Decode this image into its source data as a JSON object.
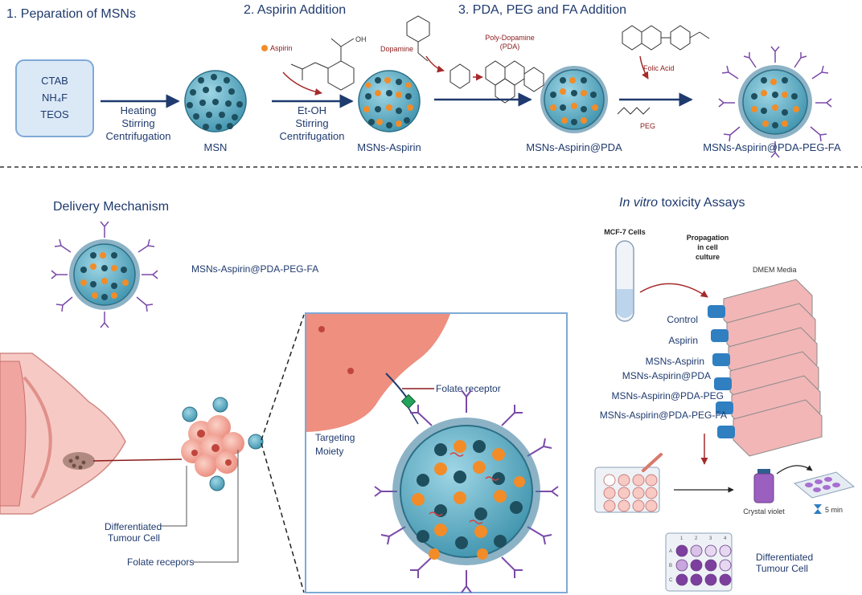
{
  "colors": {
    "navy": "#1f3a6e",
    "arrow_red": "#a52a2a",
    "particle_teal": "#5aaec4",
    "pore_dark": "#1e4f5f",
    "drug_orange": "#f28c28",
    "ligand_purple": "#7a4aa8",
    "box_fill": "#dbe9f7",
    "box_stroke": "#7fa9d6",
    "cell_pink": "#f3a39a",
    "flask_pink": "#f2b6b6"
  },
  "synthesis": {
    "step1_title": "1. Peparation of MSNs",
    "step2_title": "2. Aspirin Addition",
    "step3_title": "3. PDA, PEG and FA Addition",
    "reagents": [
      "CTAB",
      "NH₄F",
      "TEOS"
    ],
    "arrow1_conditions": [
      "Heating",
      "Stirring",
      "Centrifugation"
    ],
    "arrow2_conditions": [
      "Et-OH",
      "Stirring",
      "Centrifugation"
    ],
    "aspirin_label": "Aspirin",
    "oh_label": "OH",
    "dopamine_label": "Dopamine",
    "pda_label": [
      "Poly-Dopamine",
      "(PDA)"
    ],
    "folic_acid_label": "Folic Acid",
    "peg_label": "PEG",
    "particles": [
      "MSN",
      "MSNs-Aspirin",
      "MSNs-Aspirin@PDA",
      "MSNs-Aspirin@PDA-PEG-FA"
    ]
  },
  "delivery": {
    "title": "Delivery Mechanism",
    "particle_label": "MSNs-Aspirin@PDA-PEG-FA",
    "folate_receptor_label": "Folate receptor",
    "targeting_label": [
      "Targeting",
      "Moiety"
    ],
    "tumour_label": [
      "Differentiated",
      "Tumour Cell"
    ],
    "folate_receptors_label": "Folate recepors"
  },
  "toxicity": {
    "title_italic": "In vitro",
    "title_rest": " toxicity Assays",
    "mcf7_label": "MCF-7 Cells",
    "propagation_label": [
      "Propagation",
      "in cell",
      "culture"
    ],
    "dmem_label": "DMEM Media",
    "groups": [
      "Control",
      "Aspirin",
      "MSNs-Aspirin",
      "MSNs-Aspirin@PDA",
      "MSNs-Aspirin@PDA-PEG",
      "MSNs-Aspirin@PDA-PEG-FA"
    ],
    "crystal_violet_label": "Crystal violet",
    "time_label": "5 min",
    "result_label": [
      "Differentiated",
      "Tumour Cell"
    ],
    "plate_cols": [
      "1",
      "2",
      "3",
      "4"
    ],
    "plate_rows": [
      "A",
      "B",
      "C"
    ]
  }
}
